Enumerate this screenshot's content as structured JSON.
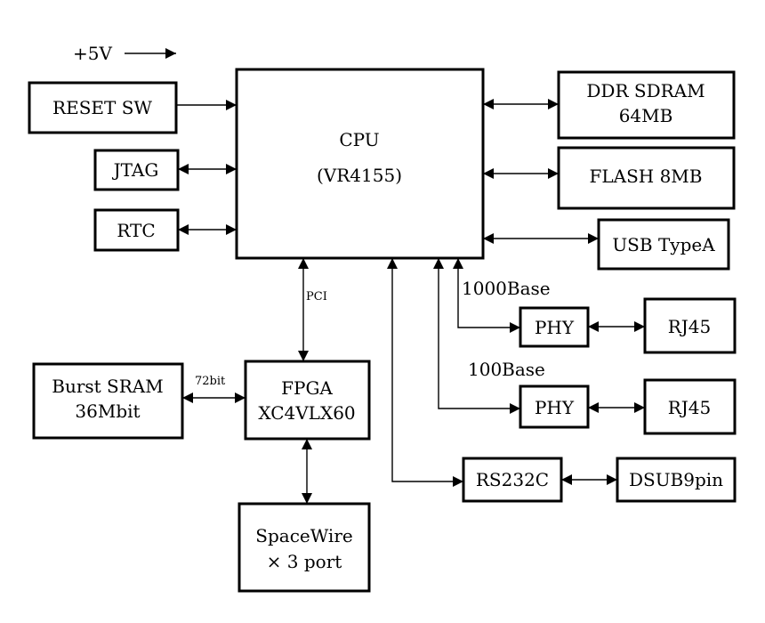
{
  "power": {
    "label": "+5V"
  },
  "blocks": {
    "cpu": {
      "line1": "CPU",
      "line2": "(VR4155)"
    },
    "reset_sw": {
      "label": "RESET SW"
    },
    "jtag": {
      "label": "JTAG"
    },
    "rtc": {
      "label": "RTC"
    },
    "ddr_sdram": {
      "line1": "DDR SDRAM",
      "line2": "64MB"
    },
    "flash": {
      "label": "FLASH 8MB"
    },
    "usb": {
      "label": "USB TypeA"
    },
    "phy_1000": {
      "label": "PHY"
    },
    "phy_100": {
      "label": "PHY"
    },
    "rj45_1000": {
      "label": "RJ45"
    },
    "rj45_100": {
      "label": "RJ45"
    },
    "rs232c": {
      "label": "RS232C"
    },
    "dsub9": {
      "label": "DSUB9pin"
    },
    "fpga": {
      "line1": "FPGA",
      "line2": "XC4VLX60"
    },
    "burst_sram": {
      "line1": "Burst SRAM",
      "line2": "36Mbit"
    },
    "spacewire": {
      "line1": "SpaceWire",
      "line2": "× 3 port"
    }
  },
  "links": {
    "pci": "PCI",
    "bus_72bit": "72bit",
    "eth_1000": "1000Base",
    "eth_100": "100Base"
  }
}
